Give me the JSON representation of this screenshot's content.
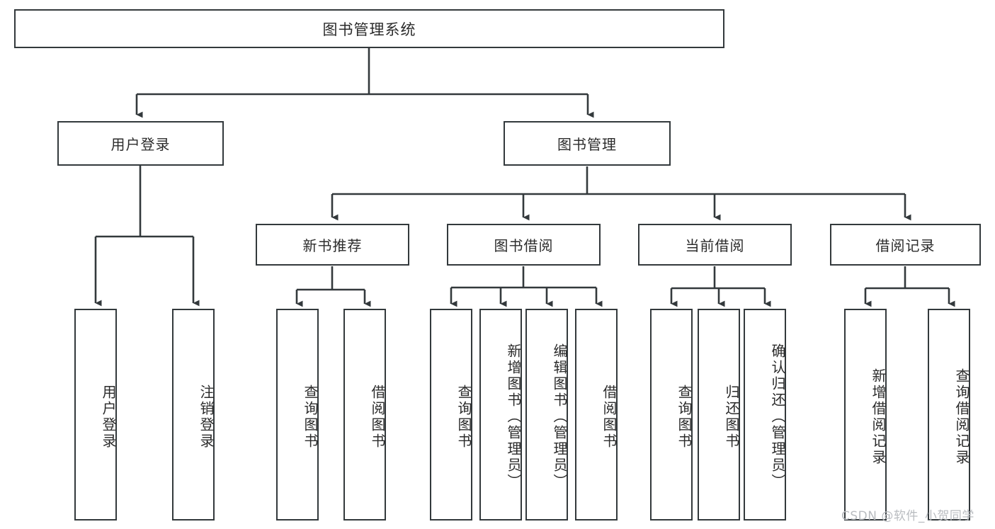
{
  "diagram": {
    "type": "tree-hierarchy-chart",
    "title": "图书管理系统",
    "line_color": "#33393c",
    "box_fill": "#ffffff",
    "text_color": "#2b2b2b",
    "root": {
      "label": "图书管理系统",
      "children": [
        {
          "label": "用户登录",
          "children": [
            {
              "label": "用户登录"
            },
            {
              "label": "注销登录"
            }
          ]
        },
        {
          "label": "图书管理",
          "children": [
            {
              "label": "新书推荐",
              "children": [
                {
                  "label": "查询图书"
                },
                {
                  "label": "借阅图书"
                }
              ]
            },
            {
              "label": "图书借阅",
              "children": [
                {
                  "label": "查询图书"
                },
                {
                  "label": "新增图书（管理员）"
                },
                {
                  "label": "编辑图书（管理员）"
                },
                {
                  "label": "借阅图书"
                }
              ]
            },
            {
              "label": "当前借阅",
              "children": [
                {
                  "label": "查询图书"
                },
                {
                  "label": "归还图书"
                },
                {
                  "label": "确认归还（管理员）"
                }
              ]
            },
            {
              "label": "借阅记录",
              "children": [
                {
                  "label": "新增借阅记录"
                },
                {
                  "label": "查询借阅记录"
                }
              ]
            }
          ]
        }
      ]
    }
  },
  "watermark": {
    "text": "CSDN @软件_小贺同学"
  }
}
